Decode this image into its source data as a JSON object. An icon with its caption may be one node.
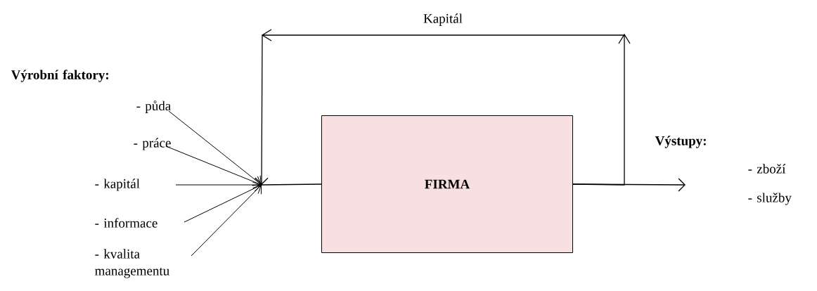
{
  "diagram": {
    "nodes": [
      {
        "text": [
          "- půda"
        ]
      },
      {
        "text": [
          "- práce"
        ]
      },
      {
        "text": [
          "- kapitál"
        ]
      },
      {
        "text": [
          "- informace"
        ]
      },
      {
        "text": [
          "- kvalita managementu"
        ]
      },
      {
        "text": [],
        "shape": "circle"
      },
      {
        "text": [
          "FIRMA"
        ]
      }
    ],
    "edges": [
      {
        "from": 0,
        "to": 5,
        "arrow": "to"
      },
      {
        "from": 1,
        "to": 5,
        "arrow": "to"
      },
      {
        "from": 2,
        "to": 5,
        "arrow": "to"
      },
      {
        "from": 3,
        "to": 5,
        "arrow": "to"
      },
      {
        "from": 4,
        "to": 5,
        "arrow": "to"
      },
      {
        "from": 5,
        "to": 6,
        "arrow": "none"
      },
      {
        "from": 6,
        "to": null,
        "arrow": "to"
      },
      {
        "from": 6,
        "to": 5,
        "arrow": "to",
        "label": "Kapitál"
      }
    ],
    "labels": [
      "Výrobní faktory:",
      "Výstupy:",
      "- zboží",
      "- služby"
    ]
  }
}
